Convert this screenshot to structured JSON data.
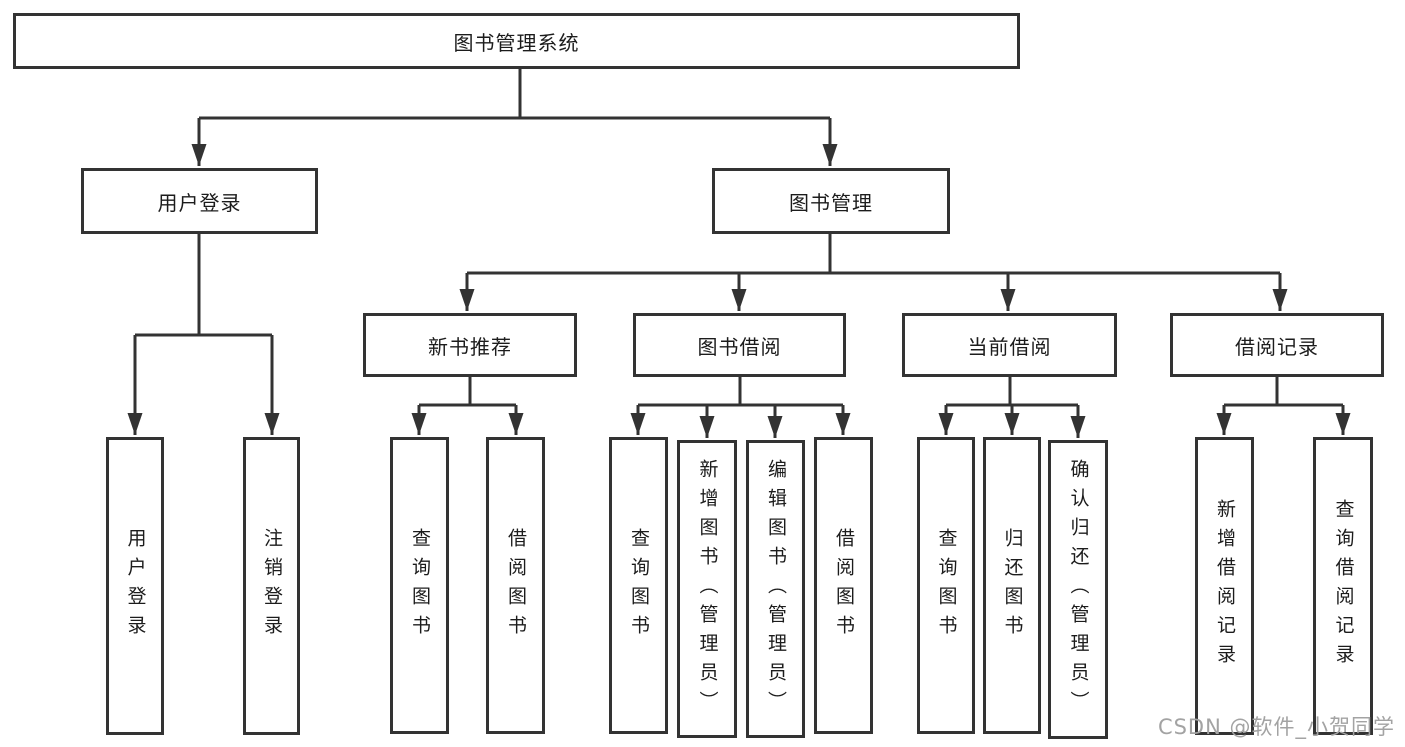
{
  "diagram_type": "functional-structure-chart",
  "colors": {
    "background": "#ffffff",
    "line": "#333333",
    "box_border": "#333333",
    "text": "#1c1c1c",
    "watermark": "#a3a3a3"
  },
  "tree": {
    "label": "图书管理系统",
    "children": [
      {
        "label": "用户登录",
        "children": [
          {
            "label": "用户登录"
          },
          {
            "label": "注销登录"
          }
        ]
      },
      {
        "label": "图书管理",
        "children": [
          {
            "label": "新书推荐",
            "children": [
              {
                "label": "查询图书"
              },
              {
                "label": "借阅图书"
              }
            ]
          },
          {
            "label": "图书借阅",
            "children": [
              {
                "label": "查询图书"
              },
              {
                "label": "新增图书（管理员）"
              },
              {
                "label": "编辑图书（管理员）"
              },
              {
                "label": "借阅图书"
              }
            ]
          },
          {
            "label": "当前借阅",
            "children": [
              {
                "label": "查询图书"
              },
              {
                "label": "归还图书"
              },
              {
                "label": "确认归还（管理员）"
              }
            ]
          },
          {
            "label": "借阅记录",
            "children": [
              {
                "label": "新增借阅记录"
              },
              {
                "label": "查询借阅记录"
              }
            ]
          }
        ]
      }
    ]
  },
  "watermark": {
    "text": "CSDN @软件_小贺同学"
  }
}
